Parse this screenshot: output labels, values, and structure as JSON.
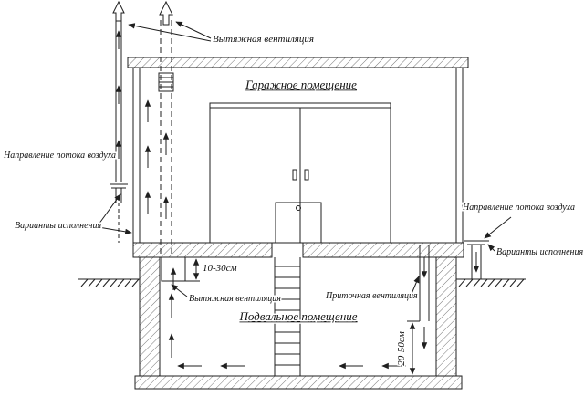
{
  "diagram": {
    "rooms": {
      "garage": "Гаражное помещение",
      "basement": "Подвальное помещение"
    },
    "labels": {
      "exhaust_vent_top": "Вытяжная вентиляция",
      "exhaust_vent_basement": "Вытяжная вентиляция",
      "supply_vent": "Приточная вентиляция",
      "airflow_left": "Направление потока воздуха",
      "airflow_right": "Направление потока воздуха",
      "variants_left": "Варианты исполнения",
      "variants_right": "Варианты исполнения"
    },
    "dimensions": {
      "duct_drop": "10-30см",
      "supply_height": "20-50см"
    },
    "colors": {
      "line": "#1f1f1f",
      "background": "#ffffff"
    }
  }
}
